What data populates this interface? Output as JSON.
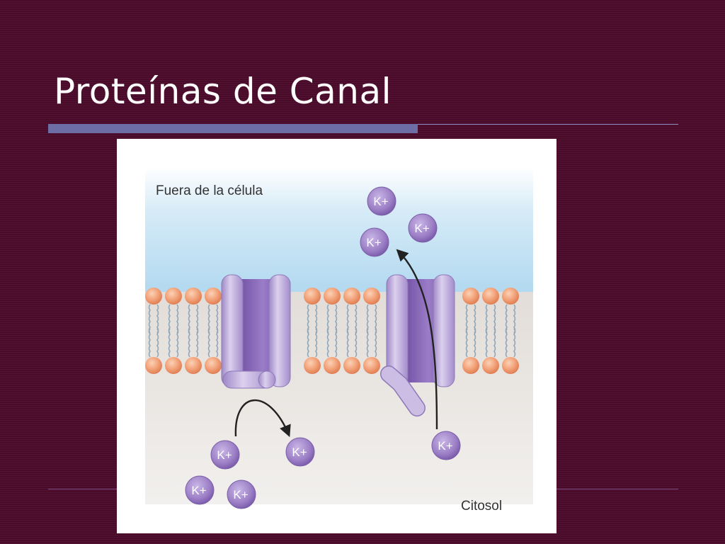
{
  "slide": {
    "title": "Proteínas de Canal"
  },
  "diagram": {
    "outside_label": "Fuera de la célula",
    "inside_label": "Citosol",
    "ion_label": "K+",
    "colors": {
      "outside_gradient_top": "#b6dcf2",
      "outside_gradient_bottom": "#ffffff",
      "cytosol": "#e6e1dc",
      "phospholipid_head": "#f2a077",
      "channel_protein": "#b9a6d6",
      "channel_pore": "#8a6ab8",
      "ion": "#9c7fc6",
      "arrow": "#222222"
    },
    "channels": [
      {
        "name": "closed-channel",
        "gate": "closed"
      },
      {
        "name": "open-channel",
        "gate": "open"
      }
    ],
    "ions": {
      "outside_count": 3,
      "cytosol_count": 5
    }
  }
}
